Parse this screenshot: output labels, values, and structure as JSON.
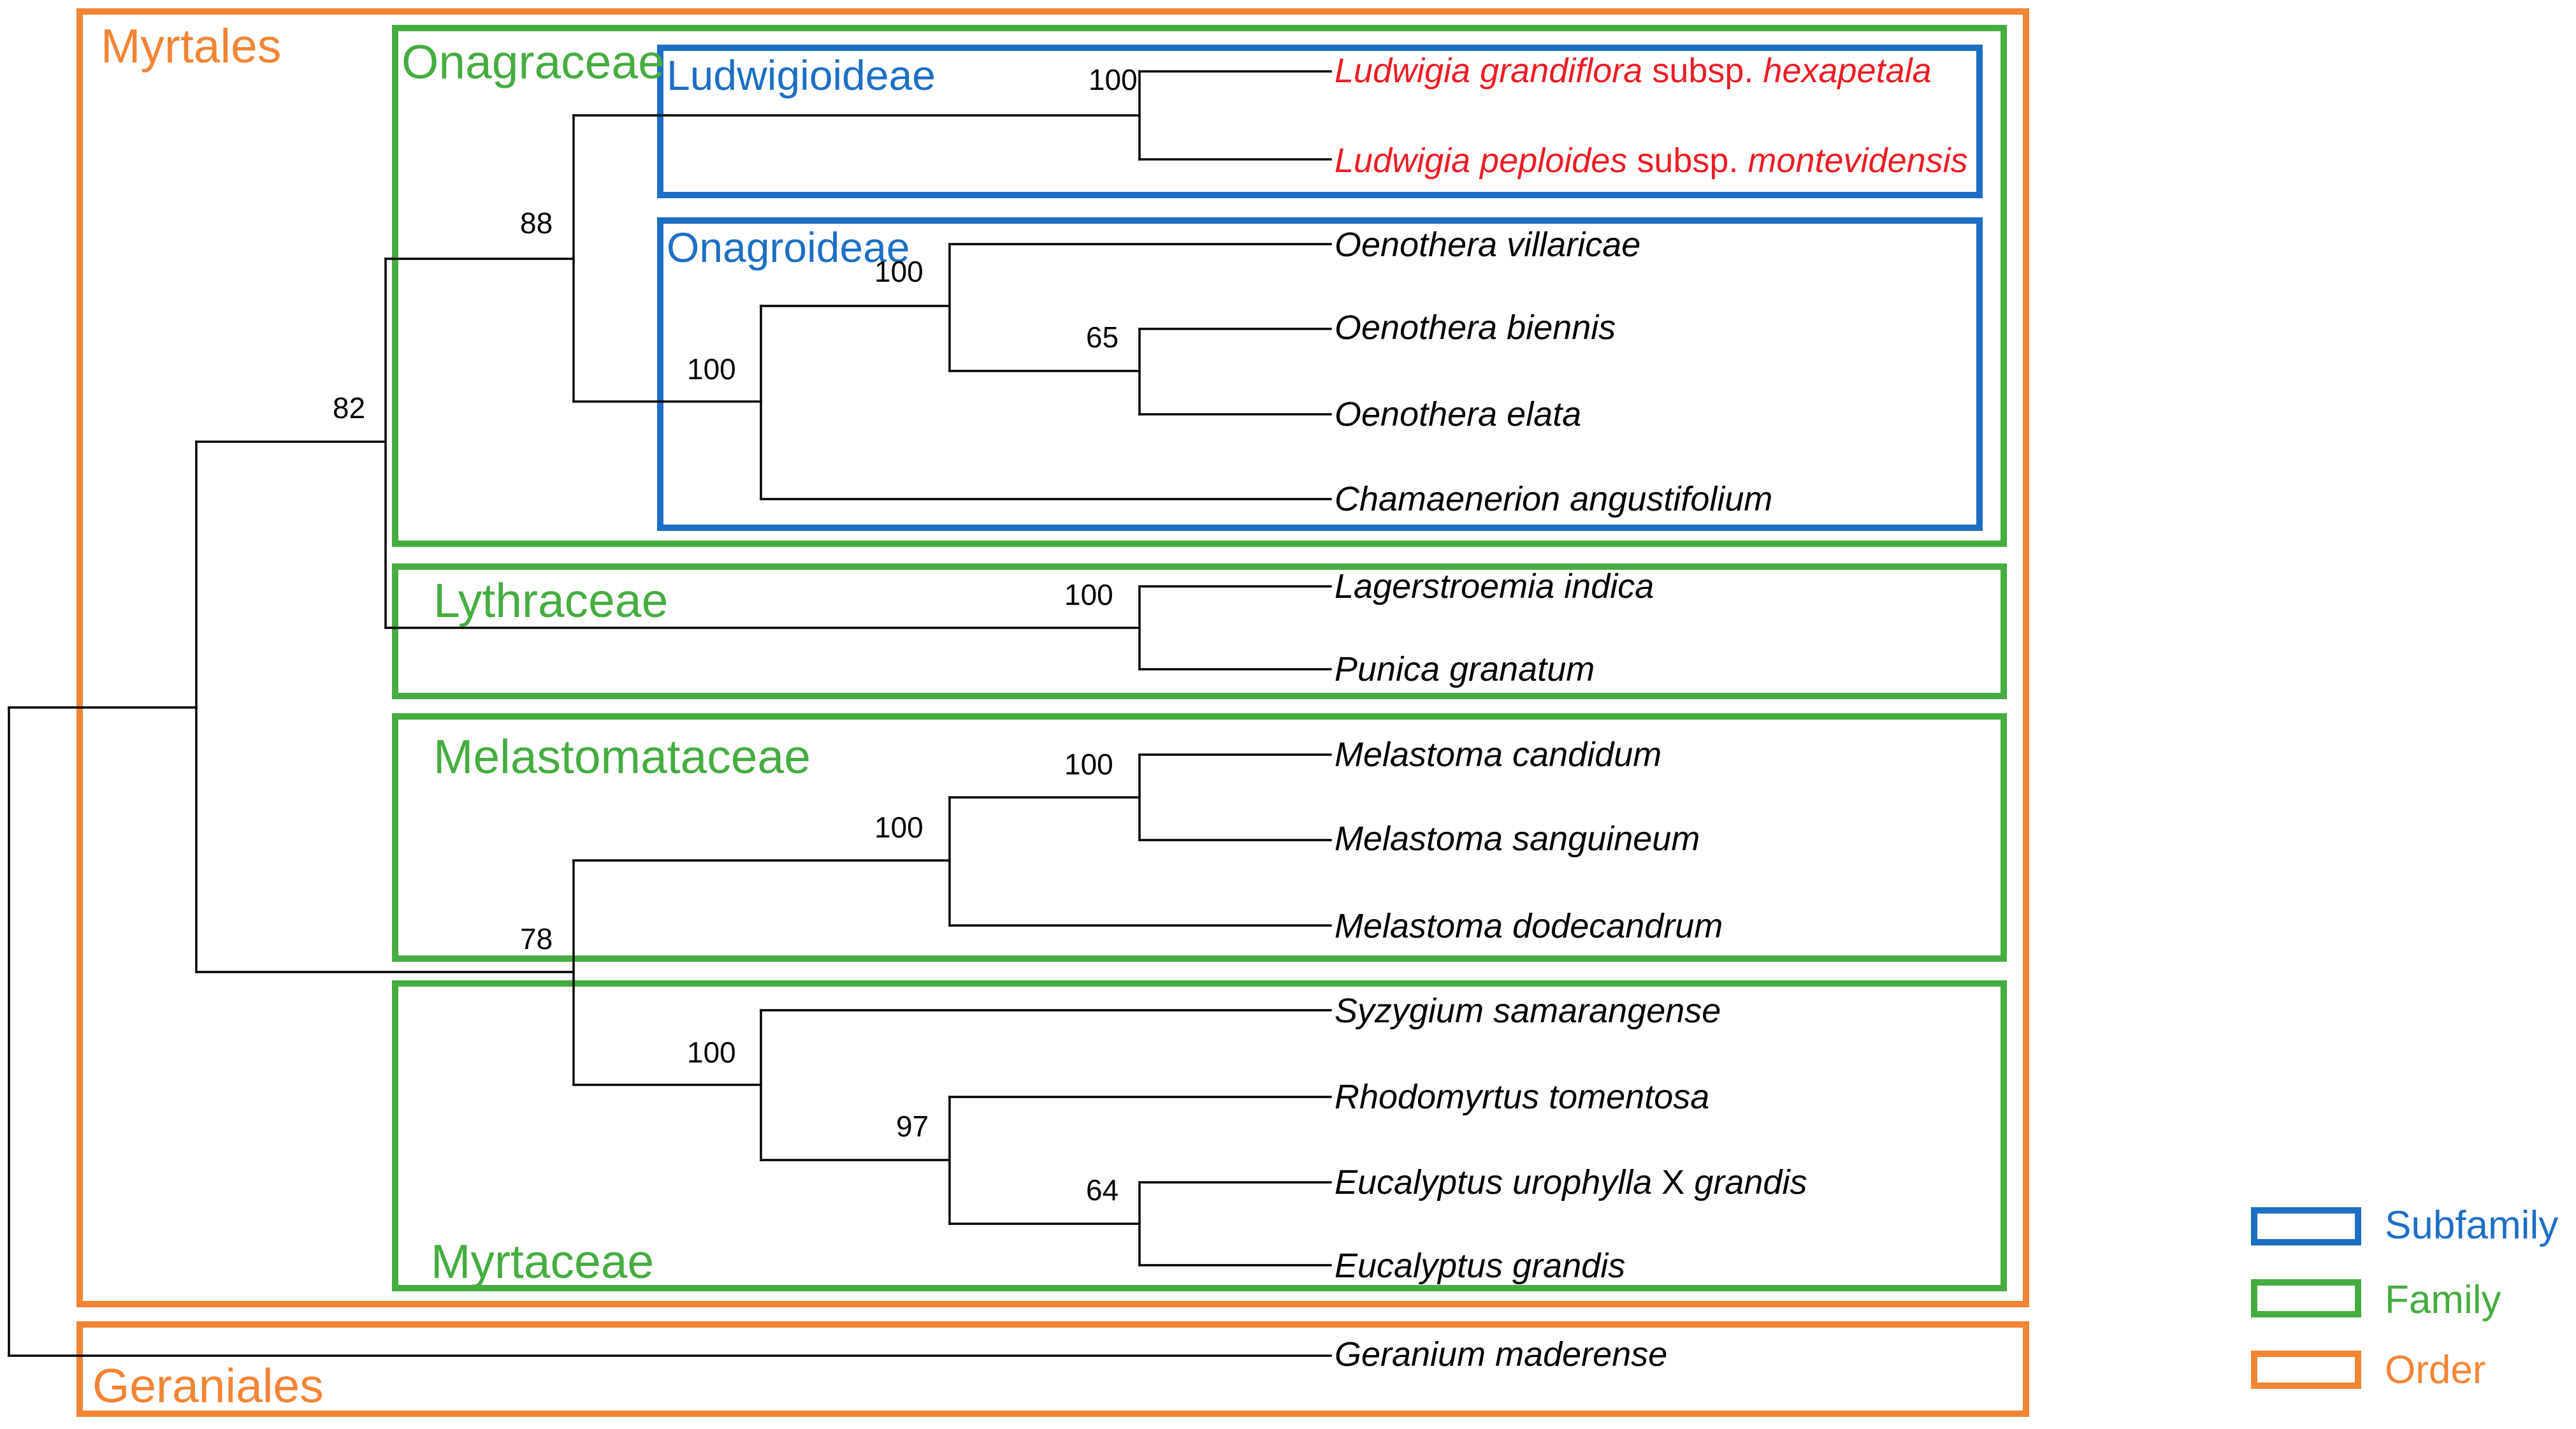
{
  "colors": {
    "order": "#F28534",
    "family": "#45AD3F",
    "subfamily": "#1C6FC4",
    "highlight": "#EE1C25",
    "branch": "#000000"
  },
  "groups": {
    "orders": {
      "myrtales": "Myrtales",
      "geraniales": "Geraniales"
    },
    "families": {
      "onagraceae": "Onagraceae",
      "lythraceae": "Lythraceae",
      "melastomataceae": "Melastomataceae",
      "myrtaceae": "Myrtaceae"
    },
    "subfamilies": {
      "ludwigioideae": "Ludwigioideae",
      "onagroideae": "Onagroideae"
    }
  },
  "taxa": {
    "ludwigia_grandiflora": {
      "genus": "Ludwigia grandiflora",
      "rank": " subsp. ",
      "epithet": "hexapetala"
    },
    "ludwigia_peploides": {
      "genus": "Ludwigia peploides",
      "rank": " subsp. ",
      "epithet": "montevidensis"
    },
    "oenothera_villaricae": "Oenothera villaricae",
    "oenothera_biennis": "Oenothera biennis",
    "oenothera_elata": "Oenothera elata",
    "chamaenerion_angustifolium": "Chamaenerion angustifolium",
    "lagerstroemia_indica": "Lagerstroemia indica",
    "punica_granatum": "Punica granatum",
    "melastoma_candidum": "Melastoma candidum",
    "melastoma_sanguineum": "Melastoma sanguineum",
    "melastoma_dodecandrum": "Melastoma dodecandrum",
    "syzygium_samarangense": "Syzygium samarangense",
    "rhodomyrtus_tomentosa": "Rhodomyrtus tomentosa",
    "eucalyptus_urophylla_x_grandis": {
      "part1": "Eucalyptus urophylla ",
      "cross": "X",
      "part2": " grandis"
    },
    "eucalyptus_grandis": "Eucalyptus grandis",
    "geranium_maderense": "Geranium maderense"
  },
  "support": {
    "ludwigia": "100",
    "onagraceae": "88",
    "onagraceae_lythraceae": "82",
    "onagroideae": "100",
    "oenothera": "100",
    "biennis_elata": "65",
    "lythraceae": "100",
    "melastoma_cand_sang": "100",
    "melastomataceae": "100",
    "melastomataceae_myrtaceae": "78",
    "myrtaceae": "100",
    "rhodomyrtus_eucalyptus": "97",
    "eucalyptus": "64"
  },
  "legend": {
    "subfamily": "Subfamily",
    "family": "Family",
    "order": "Order"
  }
}
